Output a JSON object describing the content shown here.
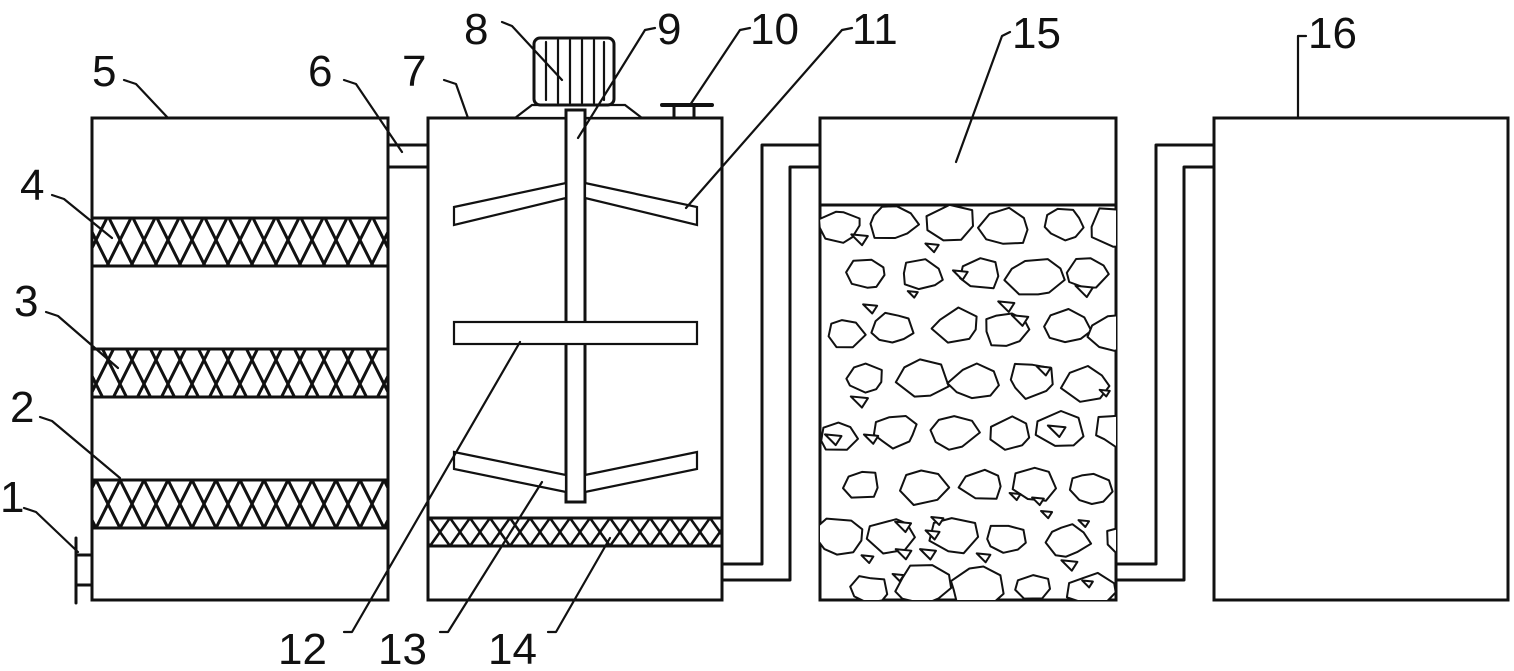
{
  "labels": {
    "l1": "1",
    "l2": "2",
    "l3": "3",
    "l4": "4",
    "l5": "5",
    "l6": "6",
    "l7": "7",
    "l8": "8",
    "l9": "9",
    "l10": "10",
    "l11": "11",
    "l12": "12",
    "l13": "13",
    "l14": "14",
    "l15": "15",
    "l16": "16"
  },
  "colors": {
    "line": "#111111",
    "background": "#ffffff"
  }
}
